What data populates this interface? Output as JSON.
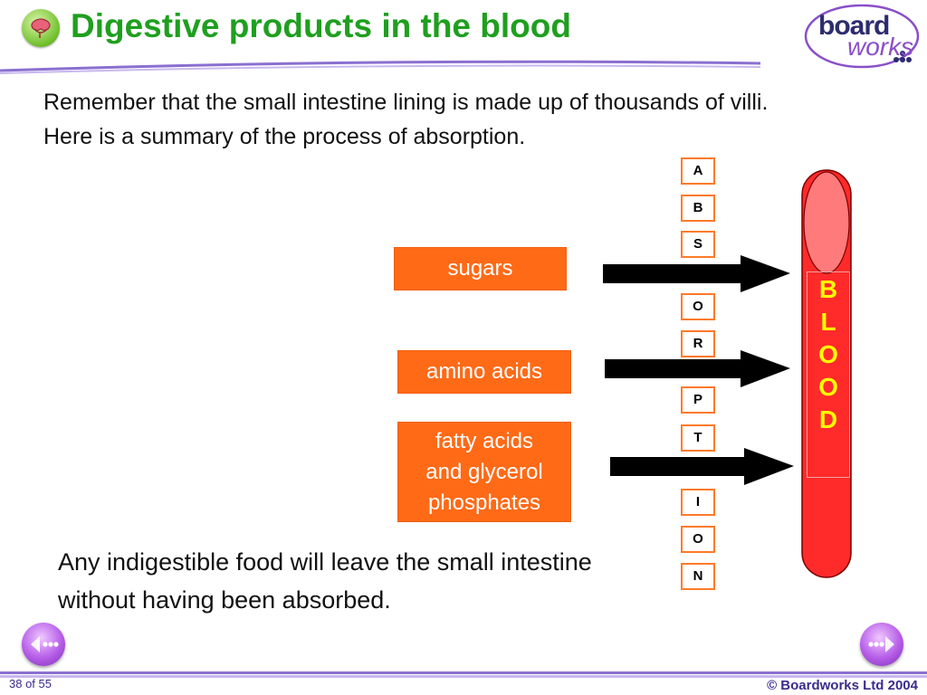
{
  "header": {
    "title": "Digestive products in the blood",
    "logo_top": "board",
    "logo_bottom": "works"
  },
  "intro": {
    "line1": "Remember that the small intestine lining is made up of thousands of villi.",
    "line2": "Here is a summary of the process of absorption."
  },
  "products": [
    {
      "line1": "sugars"
    },
    {
      "line1": "amino acids"
    },
    {
      "line1": "fatty acids",
      "line2": "and glycerol",
      "line3": "phosphates"
    }
  ],
  "absorption_letters": [
    "A",
    "B",
    "S",
    "O",
    "R",
    "P",
    "T",
    "I",
    "O",
    "N"
  ],
  "blood_letters": [
    "B",
    "L",
    "O",
    "O",
    "D"
  ],
  "closing": "Any indigestible food will leave the small intestine without having been absorbed.",
  "footer": {
    "page_indicator": "38 of 55",
    "copyright": "© Boardworks Ltd 2004"
  },
  "colors": {
    "title": "#1f9f1f",
    "product_box": "#ff6a17",
    "letter_border": "#ff7a2a",
    "vessel": "#ff2a2a",
    "blood_text": "#ffff00",
    "nav_button": "#b65ee8"
  },
  "icons": {
    "title": "intestine-icon",
    "nav_prev": "nav-prev-icon",
    "nav_next": "nav-next-icon"
  }
}
